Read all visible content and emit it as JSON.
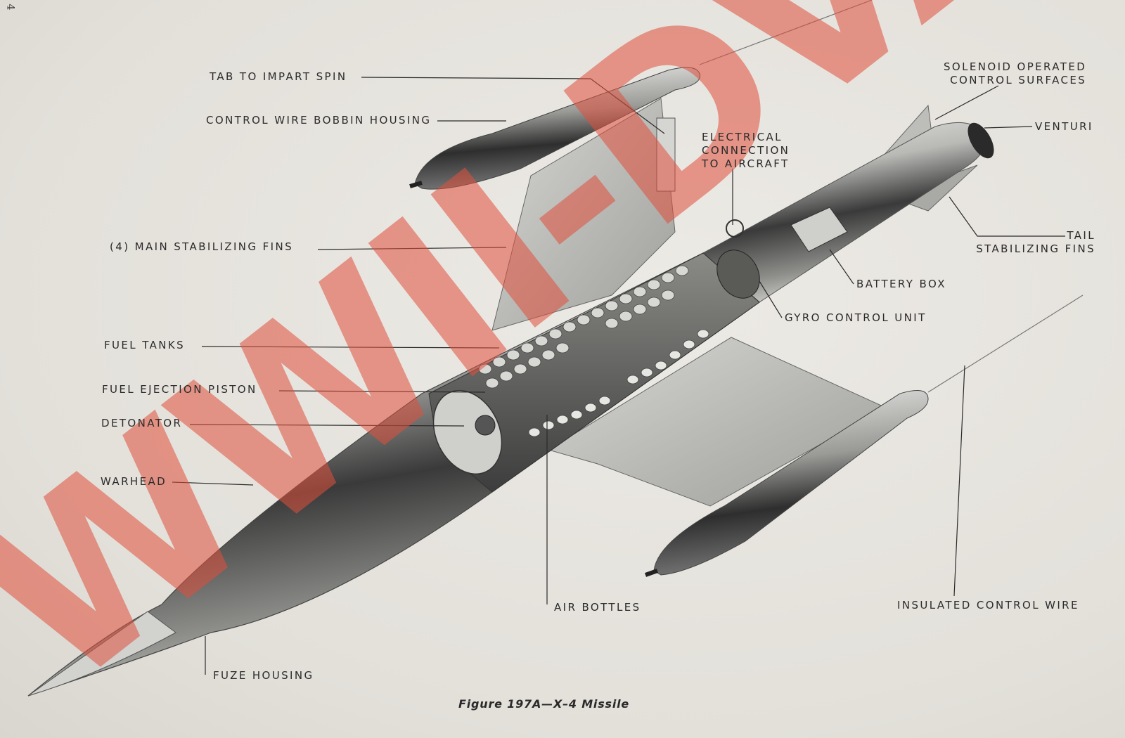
{
  "page_number": "4",
  "caption": "Figure 197A—X–4 Missile",
  "labels": {
    "tab_to_impart_spin": "TAB TO IMPART SPIN",
    "control_wire_bobbin_housing": "CONTROL WIRE BOBBIN HOUSING",
    "main_stabilizing_fins": "(4) MAIN  STABILIZING FINS",
    "fuel_tanks": "FUEL TANKS",
    "fuel_ejection_piston": "FUEL EJECTION PISTON",
    "detonator": "DETONATOR",
    "warhead": "WARHEAD",
    "fuze_housing": "FUZE HOUSING",
    "air_bottles": "AIR BOTTLES",
    "electrical_connection": [
      "ELECTRICAL",
      "CONNECTION",
      "TO AIRCRAFT"
    ],
    "solenoid_operated": [
      "SOLENOID OPERATED",
      "CONTROL SURFACES"
    ],
    "venturi": "VENTURI",
    "tail_stabilizing_fins": [
      "TAIL",
      "STABILIZING FINS"
    ],
    "battery_box": "BATTERY BOX",
    "gyro_control_unit": "GYRO CONTROL UNIT",
    "insulated_control_wire": "INSULATED CONTROL WIRE"
  },
  "watermark": "WWII-DVA",
  "colors": {
    "paper": "#e8e5df",
    "ink": "#2b2b2b",
    "watermark": "#e0503c"
  }
}
